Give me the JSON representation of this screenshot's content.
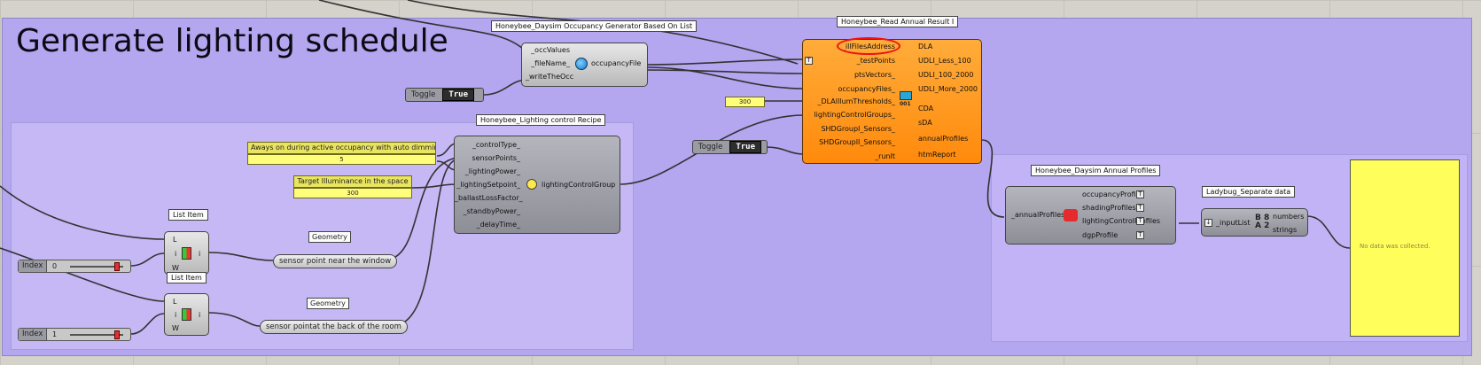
{
  "canvas": {
    "group_title": "Generate lighting schedule"
  },
  "occ_gen": {
    "title": "Honeybee_Daysim Occupancy Generator Based On List",
    "inputs": [
      "_occValues",
      "_fileName_",
      "_writeTheOcc"
    ],
    "output": "occupancyFile"
  },
  "read_result": {
    "title": "Honeybee_Read Annual Result I",
    "inputs": [
      "_illFilesAddress",
      "_testPoints",
      "ptsVectors_",
      "occupancyFiles_",
      "_DLAIllumThresholds_",
      "lightingControlGroups_",
      "SHDGroupI_Sensors_",
      "SHDGroupII_Sensors_",
      "_runIt"
    ],
    "outputs": [
      "DLA",
      "UDLI_Less_100",
      "UDLI_100_2000",
      "UDLI_More_2000",
      "CDA",
      "sDA",
      "annualProfiles",
      "htmReport"
    ],
    "icon_label": "001"
  },
  "lighting_recipe": {
    "title": "Honeybee_Lighting control Recipe",
    "inputs": [
      "_controlType_",
      "sensorPoints_",
      "_lightingPower_",
      "_lightingSetpoint_",
      "_ballastLossFactor_",
      "_standbyPower_",
      "_delayTime_"
    ],
    "output": "lightingControlGroup"
  },
  "annual_profiles": {
    "title": "Honeybee_Daysim Annual Profiles",
    "input": "_annualProfiles",
    "outputs": [
      "occupancyProfile",
      "shadingProfiles",
      "lightingControlProfiles",
      "dgpProfile"
    ]
  },
  "separate_data": {
    "title": "Ladybug_Separate data",
    "input": "_inputList",
    "outputs": [
      "numbers",
      "strings"
    ]
  },
  "panels": {
    "control_type_label": "Aways on during active occupancy with auto dimming",
    "control_type_value": "5",
    "setpoint_label": "Target Illuminance in the space",
    "setpoint_value": "300",
    "dla_value": "300",
    "output_note": "No data was collected."
  },
  "toggles": {
    "label": "Toggle",
    "value": "True"
  },
  "list_items": [
    {
      "title": "List Item",
      "ports": [
        "L",
        "i",
        "W"
      ],
      "out": "i",
      "slider_label": "Index",
      "slider_value": "0"
    },
    {
      "title": "List Item",
      "ports": [
        "L",
        "i",
        "W"
      ],
      "out": "i",
      "slider_label": "Index",
      "slider_value": "1"
    }
  ],
  "geometry": [
    {
      "title": "Geometry",
      "label": "sensor point near the window"
    },
    {
      "title": "Geometry",
      "label": "sensor pointat the back of the room"
    }
  ],
  "colors": {
    "group_main": "#b4a6ef",
    "group_inner": "#c6b8f5",
    "read_result": "#ff9a1f",
    "panel_yellow": "#e9e561",
    "highlight": "#e11111"
  }
}
